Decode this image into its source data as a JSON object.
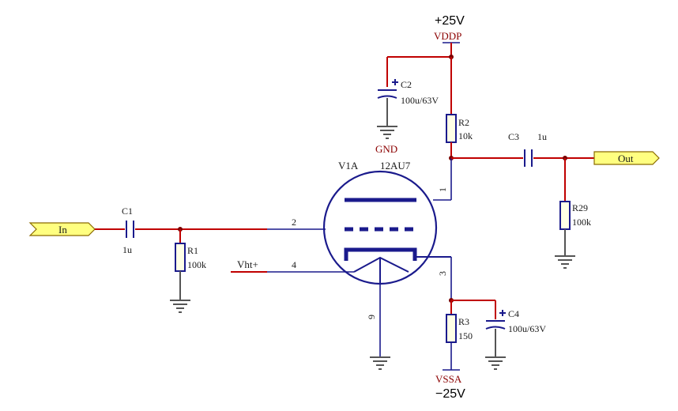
{
  "rails": {
    "top_voltage": "+25V",
    "top_net": "VDDP",
    "bottom_voltage": "−25V",
    "bottom_net": "VSSA",
    "gnd_label": "GND"
  },
  "ports": {
    "input": "In",
    "output": "Out",
    "heater": "Vht+"
  },
  "tube": {
    "designator": "V1A",
    "part": "12AU7",
    "pin_plate": "1",
    "pin_grid": "2",
    "pin_cathode": "3",
    "pin_heater": "4",
    "pin_heater_return": "9"
  },
  "components": {
    "c1": {
      "ref": "C1",
      "value": "1u"
    },
    "r1": {
      "ref": "R1",
      "value": "100k"
    },
    "c2": {
      "ref": "C2",
      "value": "100u/63V"
    },
    "r2": {
      "ref": "R2",
      "value": "10k"
    },
    "c3": {
      "ref": "C3",
      "value": "1u"
    },
    "r29": {
      "ref": "R29",
      "value": "100k"
    },
    "r3": {
      "ref": "R3",
      "value": "150"
    },
    "c4": {
      "ref": "C4",
      "value": "100u/63V"
    }
  },
  "colors": {
    "wire": "#c00000",
    "part_outline": "#1a1a8c",
    "port_fill": "#ffff80",
    "net_label": "#8b0000"
  }
}
